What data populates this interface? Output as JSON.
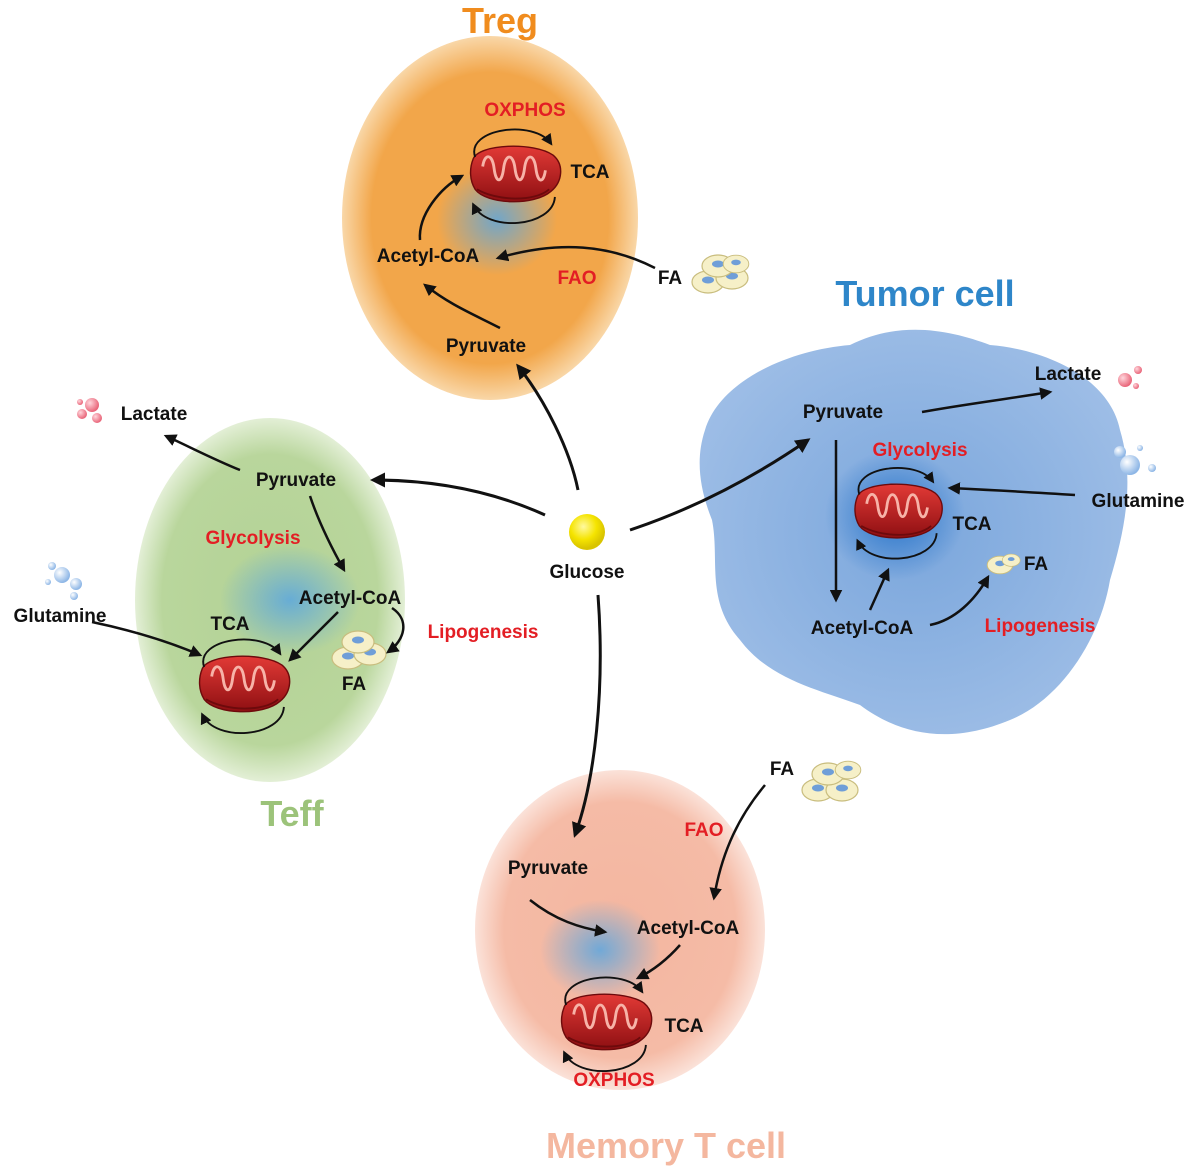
{
  "cells": {
    "treg": {
      "title": "Treg",
      "oxphos": "OXPHOS",
      "tca": "TCA",
      "acetyl_coa": "Acetyl-CoA",
      "fao": "FAO",
      "fa": "FA",
      "pyruvate": "Pyruvate"
    },
    "tumor": {
      "title": "Tumor cell",
      "pyruvate": "Pyruvate",
      "lactate": "Lactate",
      "glycolysis": "Glycolysis",
      "glutamine": "Glutamine",
      "tca": "TCA",
      "fa": "FA",
      "acetyl_coa": "Acetyl-CoA",
      "lipogenesis": "Lipogenesis"
    },
    "teff": {
      "title": "Teff",
      "lactate": "Lactate",
      "pyruvate": "Pyruvate",
      "glycolysis": "Glycolysis",
      "acetyl_coa": "Acetyl-CoA",
      "glutamine": "Glutamine",
      "tca": "TCA",
      "lipogenesis": "Lipogenesis",
      "fa": "FA"
    },
    "memory": {
      "title": "Memory T cell",
      "fa": "FA",
      "fao": "FAO",
      "pyruvate": "Pyruvate",
      "acetyl_coa": "Acetyl-CoA",
      "tca": "TCA",
      "oxphos": "OXPHOS"
    }
  },
  "center": {
    "glucose": "Glucose"
  },
  "colors": {
    "treg": "#f0a040",
    "tumor": "#5b8fd0",
    "teff": "#a9cc88",
    "memory": "#f3b19a",
    "label_red": "#e31e24",
    "mito": "#c0161c",
    "glucose": "#f5e400",
    "lactate": "#f07a8a",
    "glutamine": "#a9c8ec",
    "fa_droplet": "#f6f0c8"
  },
  "icons": [
    "mitochondrion-icon",
    "glucose-icon",
    "lactate-droplets-icon",
    "glutamine-droplets-icon",
    "fatty-acid-droplets-icon"
  ]
}
